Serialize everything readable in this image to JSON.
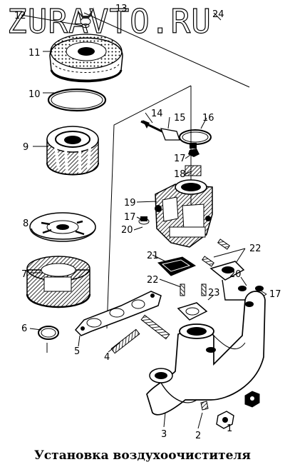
{
  "watermark": "ZURAVTO.RU",
  "caption": "Установка воздухоочистителя",
  "labels": {
    "n1": "1",
    "n2": "2",
    "n3": "3",
    "n4": "4",
    "n5": "5",
    "n6": "6",
    "n7": "7",
    "n8": "8",
    "n9": "9",
    "n10": "10",
    "n11": "11",
    "n12": "12",
    "n13": "13",
    "n14": "14",
    "n15": "15",
    "n16": "16",
    "n17a": "17",
    "n17b": "17",
    "n17c": "17",
    "n18": "18",
    "n19": "19",
    "n20a": "20",
    "n20b": "20",
    "n21": "21",
    "n22a": "22",
    "n22b": "22",
    "n23": "23",
    "n24": "24"
  }
}
